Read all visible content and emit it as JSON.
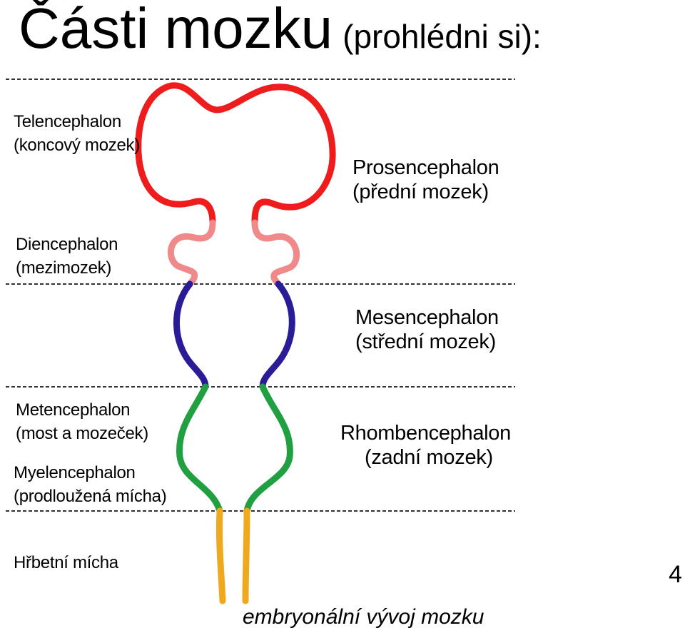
{
  "title": {
    "main": "Části mozku",
    "sub": "(prohlédni si):"
  },
  "regions": {
    "telencephalon": {
      "name": "Telencephalon",
      "czech": "(koncový mozek)"
    },
    "diencephalon": {
      "name": "Diencephalon",
      "czech": "(mezimozek)"
    },
    "prosencephalon": {
      "name": "Prosencephalon",
      "czech": "(přední mozek)"
    },
    "mesencephalon": {
      "name": "Mesencephalon",
      "czech": "(střední mozek)"
    },
    "metencephalon": {
      "name": "Metencephalon",
      "czech": "(most a mozeček)"
    },
    "myelencephalon": {
      "name": "Myelencephalon",
      "czech": "(prodloužená mícha)"
    },
    "rhombencephalon": {
      "name": "Rhombencephalon",
      "czech": "(zadní mozek)"
    },
    "spinal": {
      "name": "Hřbetní mícha"
    }
  },
  "colors": {
    "telencephalon": "#ee1c1c",
    "diencephalon": "#f08a8a",
    "mesencephalon": "#2a1c96",
    "rhombencephalon": "#20a040",
    "spinal": "#f0a81c"
  },
  "page_number": "4",
  "caption": "embryonální vývoj mozku"
}
